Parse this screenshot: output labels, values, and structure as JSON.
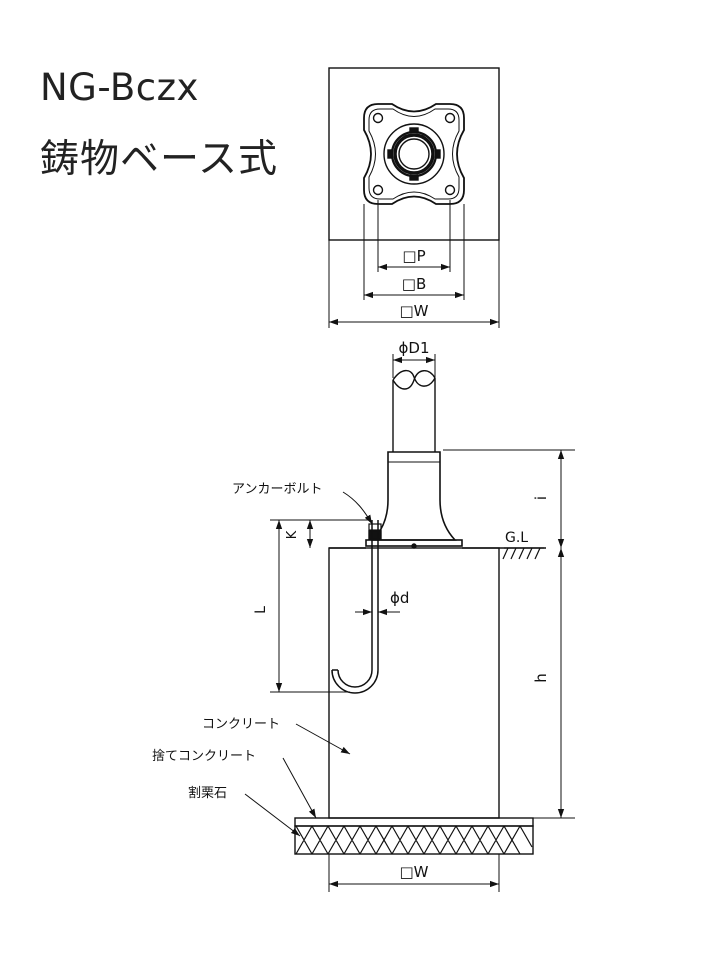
{
  "header": {
    "model": "NG-Bczx",
    "type": "鋳物ベース式"
  },
  "plan_view": {
    "dim_p": "□P",
    "dim_b": "□B",
    "dim_w": "□W"
  },
  "section_view": {
    "pole_diameter": "ϕD1",
    "anchor_bolt": "アンカーボルト",
    "dim_k": "K",
    "dim_l": "L",
    "bolt_diameter": "ϕd",
    "ground_level": "G.L",
    "dim_i": "i",
    "dim_h": "h",
    "concrete": "コンクリート",
    "leveling_concrete": "捨てコンクリート",
    "crushed_stone": "割栗石",
    "bottom_w": "□W"
  }
}
